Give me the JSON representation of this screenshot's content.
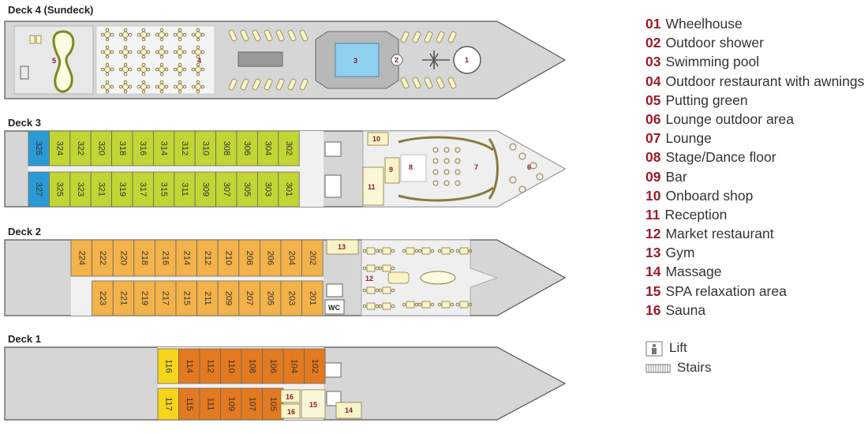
{
  "decks": {
    "deck4": {
      "label": "Deck 4 (Sundeck)",
      "areas": [
        "5",
        "4",
        "3",
        "2",
        "1"
      ]
    },
    "deck3": {
      "label": "Deck 3",
      "top_row": [
        "326",
        "324",
        "322",
        "320",
        "318",
        "316",
        "314",
        "312",
        "310",
        "308",
        "306",
        "304",
        "302"
      ],
      "bottom_row": [
        "327",
        "325",
        "323",
        "321",
        "319",
        "317",
        "315",
        "311",
        "309",
        "307",
        "305",
        "303",
        "301"
      ],
      "areas": [
        "10",
        "9",
        "8",
        "7",
        "6",
        "11"
      ]
    },
    "deck2": {
      "label": "Deck 2",
      "top_row": [
        "224",
        "222",
        "220",
        "218",
        "216",
        "214",
        "212",
        "210",
        "208",
        "206",
        "204",
        "202"
      ],
      "bottom_row": [
        "223",
        "221",
        "219",
        "217",
        "215",
        "211",
        "209",
        "207",
        "205",
        "203",
        "201"
      ],
      "wc": "WC",
      "areas": [
        "13",
        "12"
      ]
    },
    "deck1": {
      "label": "Deck 1",
      "top_row": [
        "116",
        "114",
        "112",
        "110",
        "108",
        "106",
        "104",
        "102"
      ],
      "bottom_row": [
        "117",
        "115",
        "111",
        "109",
        "107",
        "105"
      ],
      "areas": [
        "16",
        "16",
        "15",
        "14"
      ]
    }
  },
  "legend": [
    {
      "num": "01",
      "text": "Wheelhouse"
    },
    {
      "num": "02",
      "text": "Outdoor shower"
    },
    {
      "num": "03",
      "text": "Swimming pool"
    },
    {
      "num": "04",
      "text": "Outdoor restaurant with awnings"
    },
    {
      "num": "05",
      "text": "Putting green"
    },
    {
      "num": "06",
      "text": "Lounge outdoor area"
    },
    {
      "num": "07",
      "text": "Lounge"
    },
    {
      "num": "08",
      "text": "Stage/Dance floor"
    },
    {
      "num": "09",
      "text": "Bar"
    },
    {
      "num": "10",
      "text": "Onboard shop"
    },
    {
      "num": "11",
      "text": "Reception"
    },
    {
      "num": "12",
      "text": "Market restaurant"
    },
    {
      "num": "13",
      "text": "Gym"
    },
    {
      "num": "14",
      "text": "Massage"
    },
    {
      "num": "15",
      "text": "SPA relaxation area"
    },
    {
      "num": "16",
      "text": "Sauna"
    }
  ],
  "symbols": {
    "lift": "Lift",
    "stairs": "Stairs"
  },
  "colors": {
    "cabin_blue": "#2a9ad6",
    "cabin_green": "#c2d534",
    "cabin_light_orange": "#f3b24a",
    "cabin_dark_orange": "#e37a1f",
    "cabin_yellow": "#f7d51a",
    "hull_grey": "#d6d6d6",
    "legend_number": "#9b1b2b",
    "area_number": "#8a1b2a"
  }
}
